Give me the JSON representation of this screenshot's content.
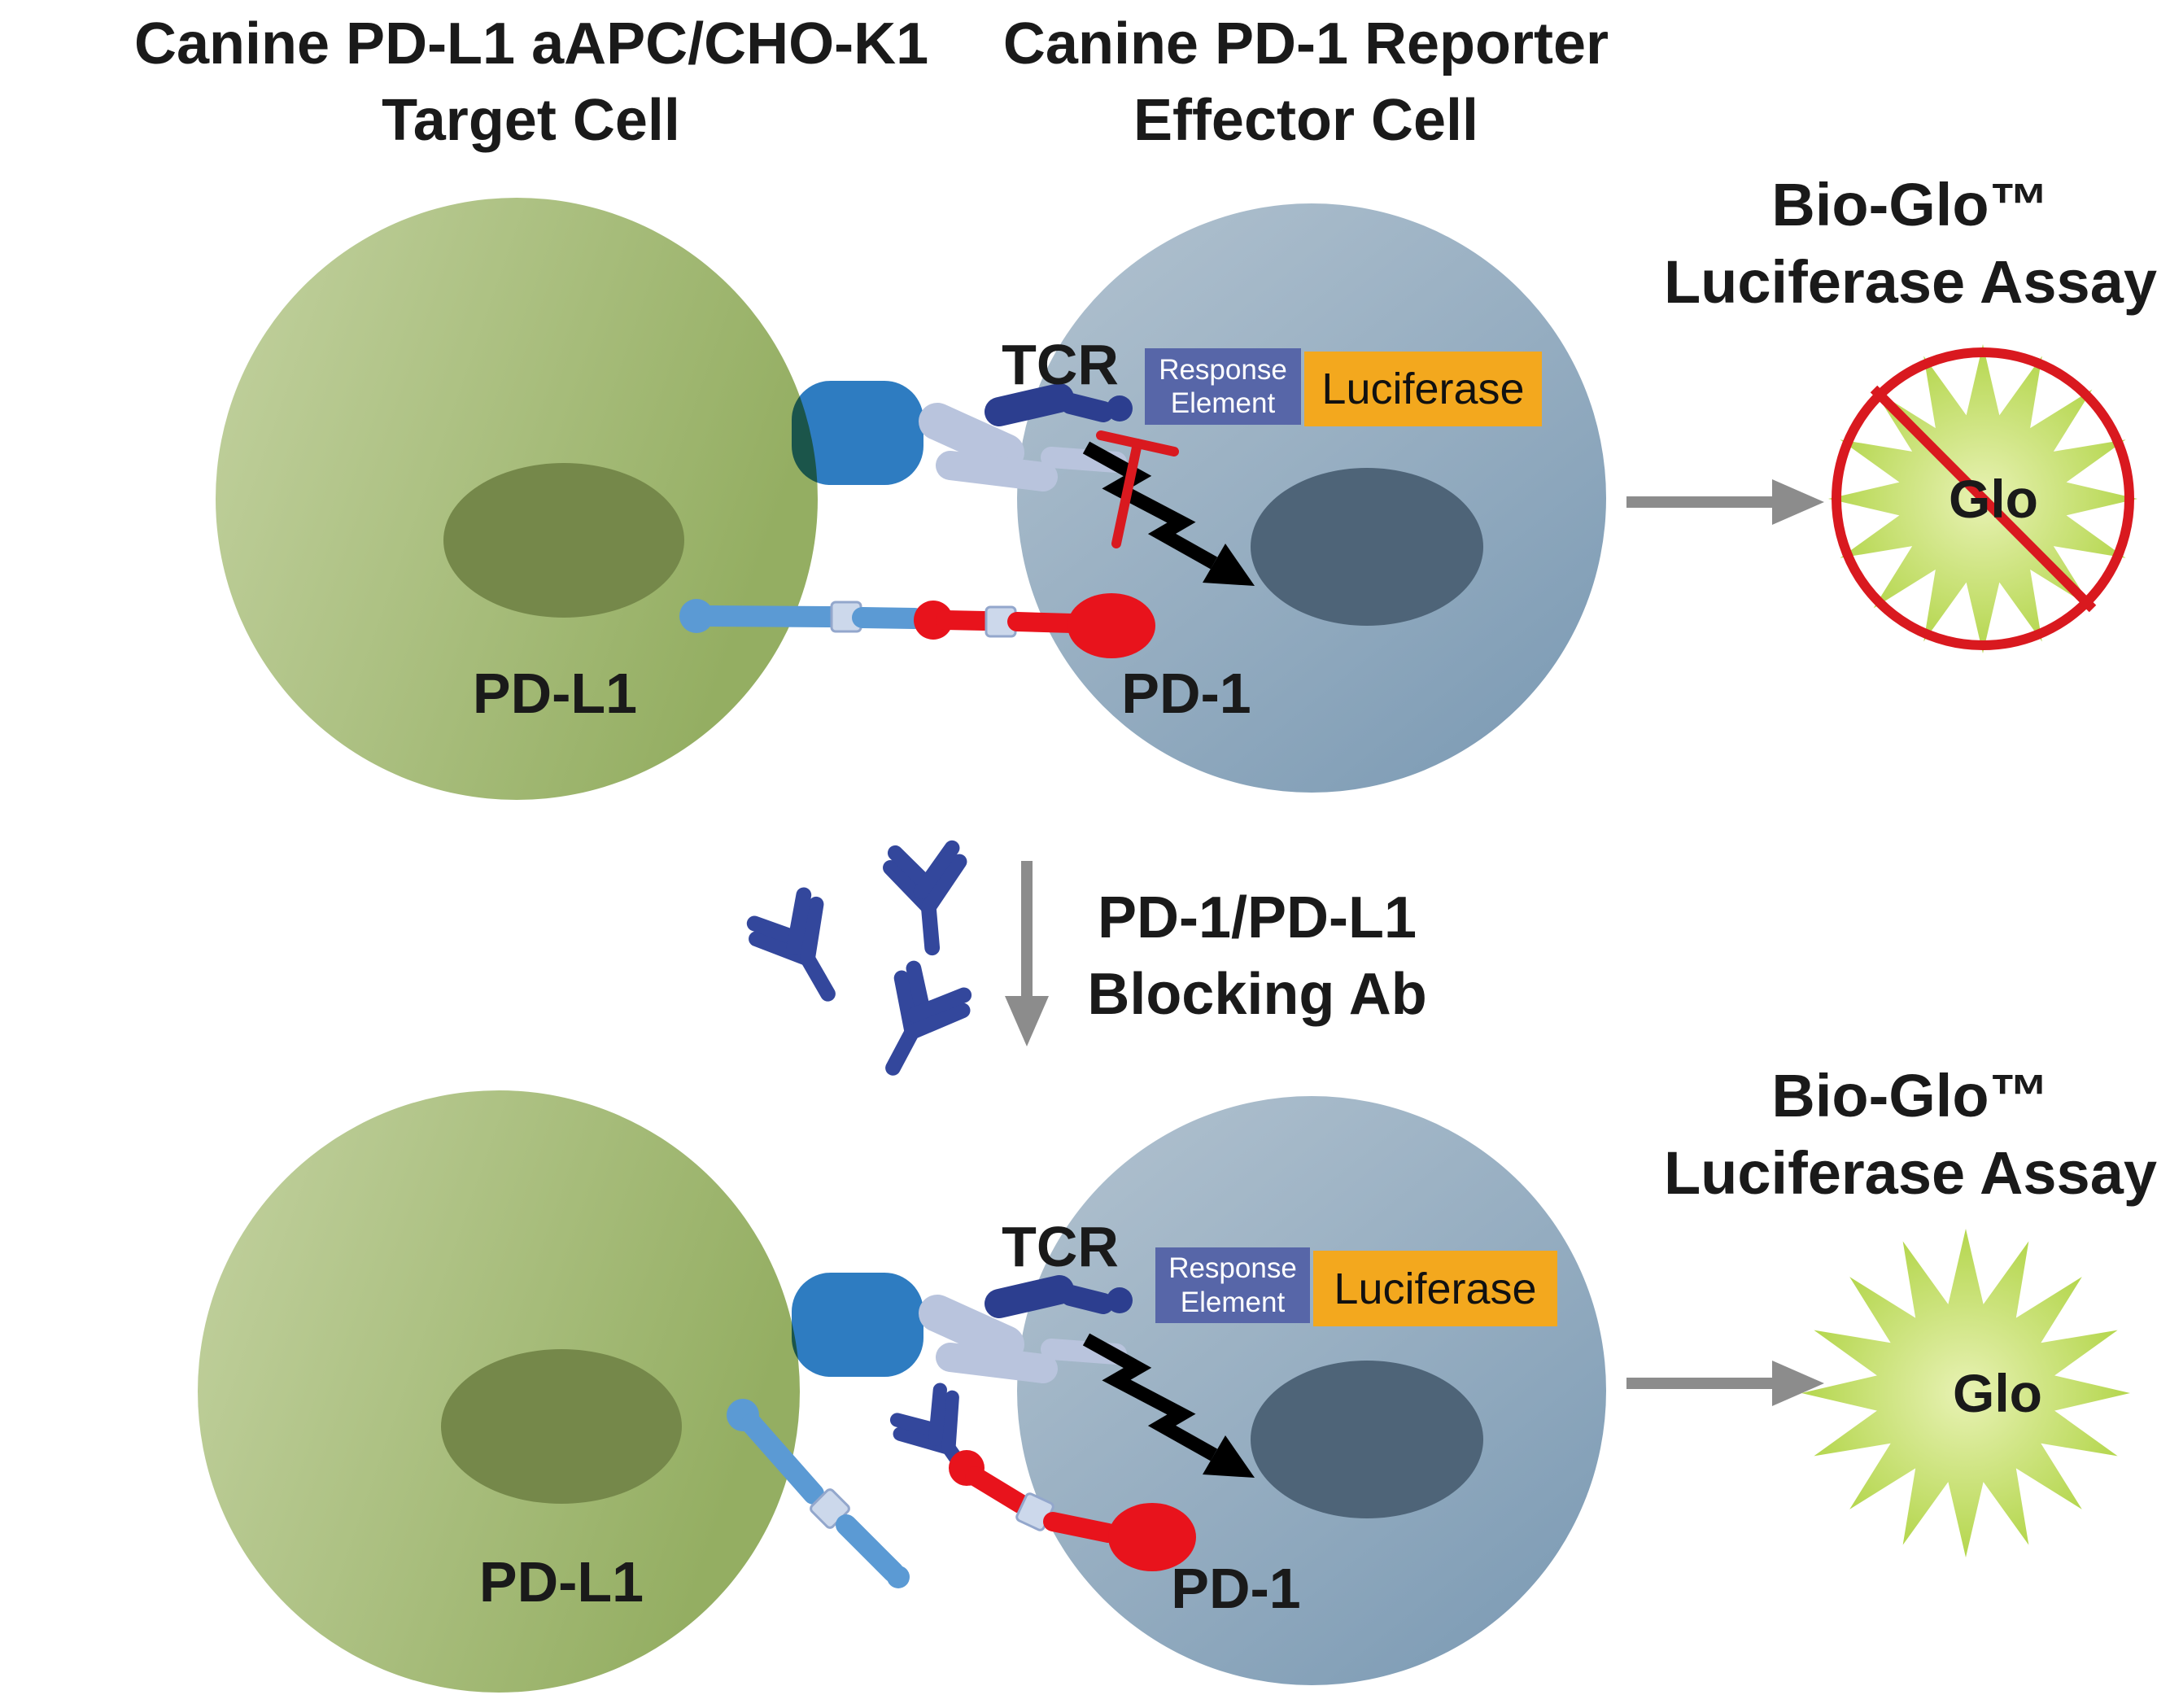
{
  "top_panel": {
    "target_cell_title_line1": "Canine PD-L1 aAPC/CHO-K1",
    "target_cell_title_line2": "Target Cell",
    "effector_cell_title_line1": "Canine PD-1 Reporter",
    "effector_cell_title_line2": "Effector Cell",
    "tcr_label": "TCR",
    "response_element_line1": "Response",
    "response_element_line2": "Element",
    "luciferase_label": "Luciferase",
    "pdl1_label": "PD-L1",
    "pd1_label": "PD-1",
    "assay_title_line1": "Bio-Glo™",
    "assay_title_line2": "Luciferase Assay",
    "glo_label": "Glo"
  },
  "middle": {
    "blocking_ab_line1": "PD-1/PD-L1",
    "blocking_ab_line2": "Blocking Ab"
  },
  "bottom_panel": {
    "tcr_label": "TCR",
    "response_element_line1": "Response",
    "response_element_line2": "Element",
    "luciferase_label": "Luciferase",
    "pdl1_label": "PD-L1",
    "pd1_label": "PD-1",
    "assay_title_line1": "Bio-Glo™",
    "assay_title_line2": "Luciferase Assay",
    "glo_label": "Glo"
  },
  "colors": {
    "text_black": "#1a1a1a",
    "target_cell_green_light": "#c3d2a0",
    "target_cell_green": "#94ae62",
    "target_nucleus_green": "#75884a",
    "effector_cell_blue_light": "#b3c3d0",
    "effector_cell_blue": "#7e9cb5",
    "effector_nucleus_blue": "#4e6478",
    "tcr_blue": "#2e7cc1",
    "tcr_chain_light": "#b9c4dd",
    "tcr_chain_dark": "#2c3e8f",
    "pdl1_blue": "#5b9ad4",
    "pd1_red": "#e8131c",
    "connector_square": "#ccd8eb",
    "response_element_bg": "#5766a8",
    "luciferase_bg": "#f3a81e",
    "antibody_navy": "#33479c",
    "arrow_gray": "#8c8c8c",
    "block_red": "#d9191f",
    "glo_green": "#b4d64d",
    "glo_green_light": "#e8f2b4"
  }
}
